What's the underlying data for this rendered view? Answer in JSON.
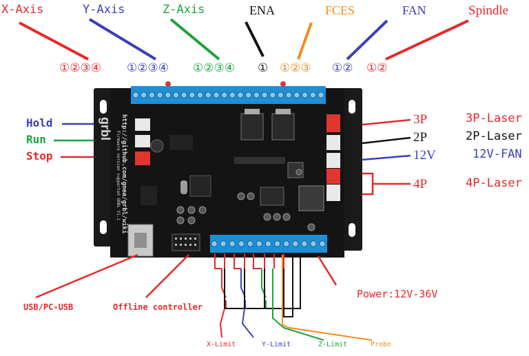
{
  "top_labels": {
    "x_axis": "X-Axis",
    "y_axis": "Y-Axis",
    "z_axis": "Z-Axis",
    "ena": "ENA",
    "fces": "FCES",
    "fan": "FAN",
    "spindle": "Spindle"
  },
  "pin_groups": {
    "x_axis": "①②③④",
    "y_axis": "①②③④",
    "z_axis": "①②③④",
    "ena": "①",
    "fces": "①②③",
    "fan": "①②",
    "spindle": "①②"
  },
  "left_labels": {
    "hold": "Hold",
    "run": "Run",
    "stop": "Stop"
  },
  "right_connectors": {
    "c3p": "3P",
    "c2p": "2P",
    "c12v": "12V",
    "c4p": "4P"
  },
  "right_functions": {
    "laser_3p": "3P-Laser",
    "laser_2p": "2P-Laser",
    "fan_12v": "12V-FAN",
    "laser_4p": "4P-Laser"
  },
  "bottom_labels": {
    "usb": "USB/PC-USB",
    "offline": "Offline controller",
    "power": "Power:12V-36V",
    "x_limit": "X-Limit",
    "y_limit": "Y-Limit",
    "z_limit": "Z-Limit",
    "probe": "Probe"
  },
  "board_text": {
    "logo": "grbl",
    "url": "http://github.com/gnea/grbl/wiki",
    "firmware": "Firmware version supported GRBL V1.1"
  },
  "colors": {
    "red": "#e8262a",
    "blue": "#3a3fb8",
    "green": "#1aa33a",
    "orange": "#f58a1f",
    "black": "#111111",
    "board": "#141414",
    "terminal_blue": "#1d8fd6"
  }
}
